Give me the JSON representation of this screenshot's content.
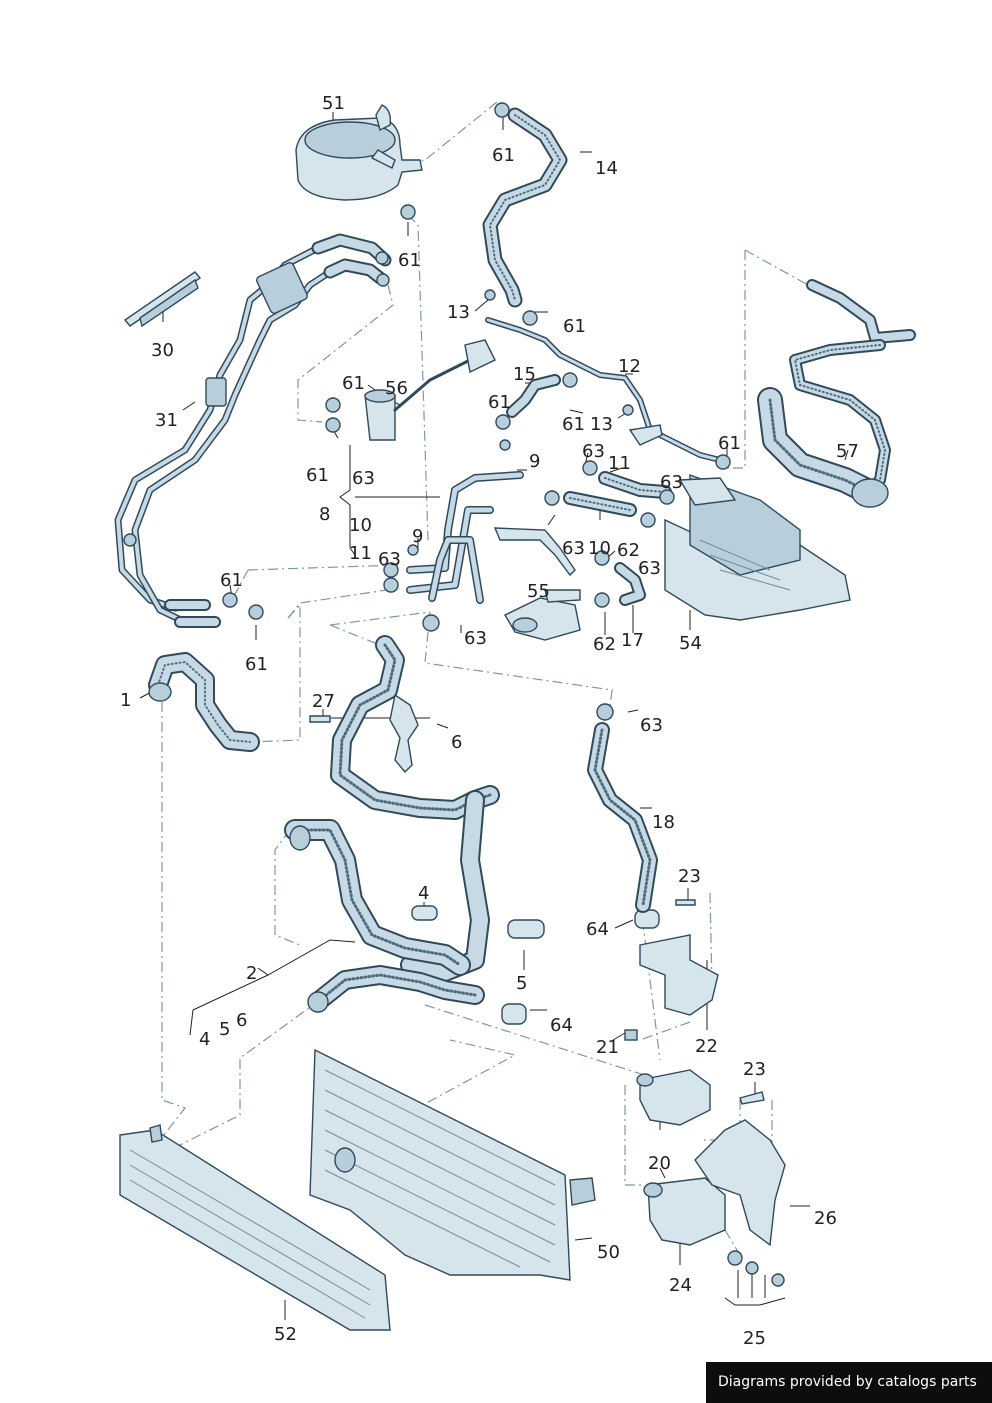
{
  "labels": {
    "l51": "51",
    "l14": "14",
    "l61a": "61",
    "l61b": "61",
    "l61c": "61",
    "l30": "30",
    "l13a": "13",
    "l61d": "61",
    "l12": "12",
    "l15": "15",
    "l56": "56",
    "l61e": "61",
    "l31": "31",
    "l61f": "61",
    "l61g": "61",
    "l13b": "13",
    "l61h": "61",
    "l63a": "63",
    "l9a": "9",
    "l63b": "63",
    "l11a": "11",
    "l57": "57",
    "l8": "8",
    "l10a": "10",
    "l63c": "63",
    "l9b": "9",
    "l11b": "11",
    "l63d": "63",
    "l63e": "63",
    "l10b": "10",
    "l62a": "62",
    "l63f": "63",
    "l61i": "61",
    "l55": "55",
    "l63g": "63",
    "l61j": "61",
    "l62b": "62",
    "l17": "17",
    "l54": "54",
    "l1": "1",
    "l27": "27",
    "l6a": "6",
    "l63h": "63",
    "l18": "18",
    "l23a": "23",
    "l4a": "4",
    "l64a": "64",
    "l2": "2",
    "l5a": "5",
    "l4b": "4",
    "l5b": "5",
    "l6b": "6",
    "l64b": "64",
    "l22": "22",
    "l21": "21",
    "l23b": "23",
    "l20": "20",
    "l26": "26",
    "l50": "50",
    "l24": "24",
    "l52": "52",
    "l25": "25"
  },
  "credit": "Diagrams provided by catalogs parts"
}
